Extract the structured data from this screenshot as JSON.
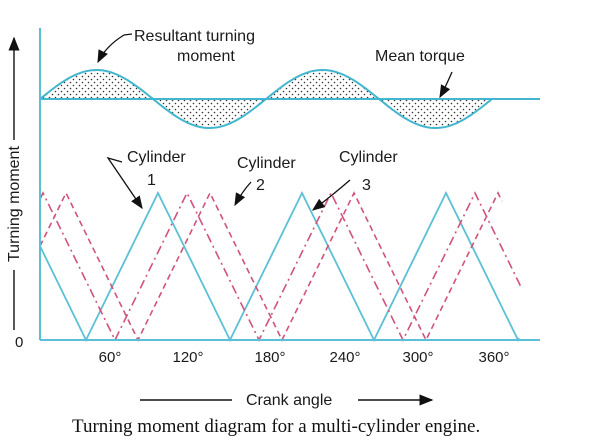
{
  "labels": {
    "resultant_line1": "Resultant turning",
    "resultant_line2": "moment",
    "mean_torque": "Mean torque",
    "cylinder_word": "Cylinder",
    "cyl1_num": "1",
    "cyl2_num": "2",
    "cyl3_num": "3"
  },
  "axes": {
    "y_title": "Turning moment",
    "x_title": "Crank angle",
    "origin": "0",
    "x_ticks": [
      "60°",
      "120°",
      "180°",
      "240°",
      "300°",
      "360°"
    ]
  },
  "caption": "Turning moment diagram for a multi-cylinder engine.",
  "colors": {
    "cylinder_1": "#5bbfd6",
    "cylinder_2": "#d0527f",
    "cylinder_3": "#d0527f",
    "resultant": "#43b6cf",
    "axes": "#5bbfd6",
    "dots": "#333333"
  }
}
